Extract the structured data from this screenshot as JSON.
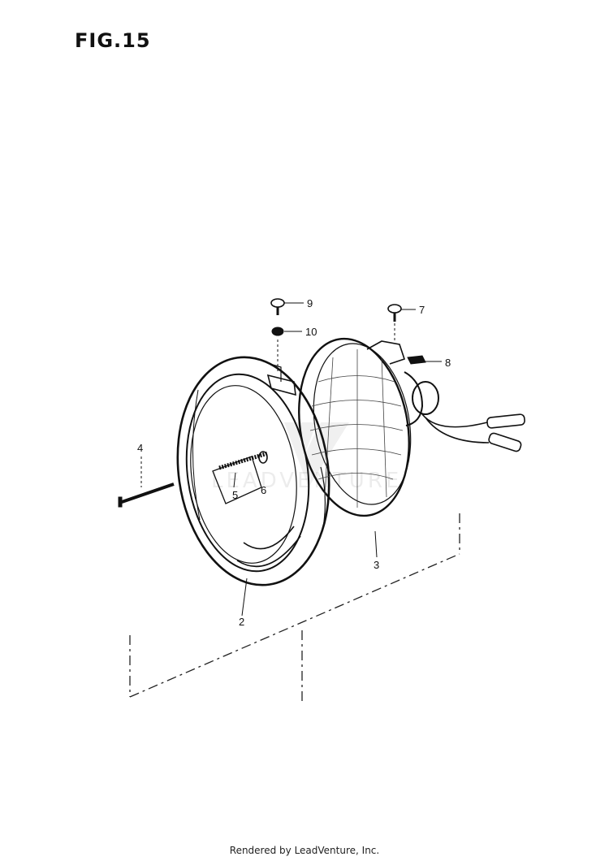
{
  "figure_label": "FIG.15",
  "callouts": [
    "2",
    "3",
    "4",
    "5",
    "6",
    "7",
    "8",
    "9",
    "10"
  ],
  "watermark": "LEADVENTURE",
  "footer": "Rendered by LeadVenture, Inc.",
  "icons": [
    "watermark-logo-icon"
  ]
}
